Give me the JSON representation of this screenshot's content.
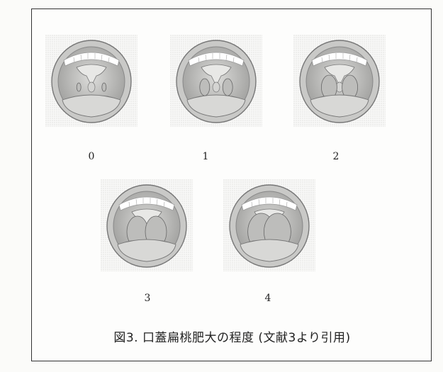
{
  "figure": {
    "grades": [
      {
        "label": "0",
        "tonsil_level": 0
      },
      {
        "label": "1",
        "tonsil_level": 1
      },
      {
        "label": "2",
        "tonsil_level": 2
      },
      {
        "label": "3",
        "tonsil_level": 3
      },
      {
        "label": "4",
        "tonsil_level": 4
      }
    ],
    "caption": "図3.  口蓋扁桃肥大の程度  (文献3より引用)"
  }
}
